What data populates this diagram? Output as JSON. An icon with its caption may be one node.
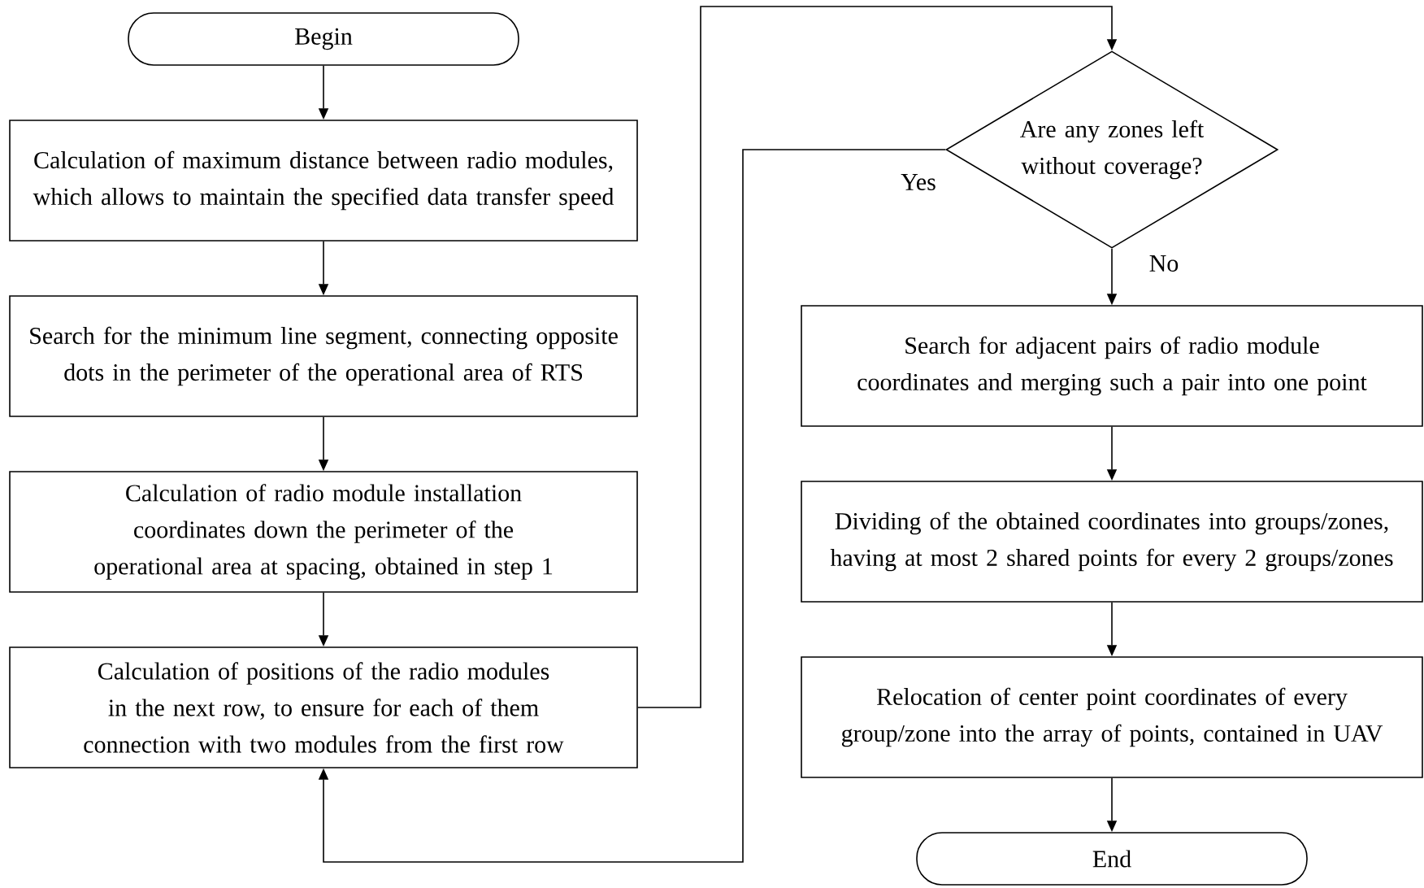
{
  "diagram": {
    "nodes": [
      {
        "text": [
          "Begin"
        ]
      },
      {
        "text": [
          "Calculation of maximum distance between radio modules, which allows to maintain the specified data transfer speed"
        ]
      },
      {
        "text": [
          "Search for the minimum line segment, connecting opposite dots in the perimeter of the operational area of RTS"
        ]
      },
      {
        "text": [
          "Calculation of radio module installation coordinates down the perimeter of the operational area at spacing, obtained in step 1"
        ]
      },
      {
        "text": [
          "Calculation of positions of the radio modules in the next row, to ensure for each of them connection with two modules from the first row"
        ]
      },
      {
        "text": [
          "Are any zones left without coverage?"
        ]
      },
      {
        "text": [
          "Search for adjacent pairs of radio module coordinates and merging such a pair into one point"
        ]
      },
      {
        "text": [
          "Dividing of the obtained coordinates into groups/zones, having at most 2 shared points for every 2 groups/zones"
        ]
      },
      {
        "text": [
          "Relocation of center point coordinates of every group/zone into the array of points, contained in UAV"
        ]
      },
      {
        "text": [
          "End"
        ]
      }
    ],
    "edges": [
      {
        "from": 0,
        "to": 1,
        "arrow": "to"
      },
      {
        "from": 1,
        "to": 2,
        "arrow": "to"
      },
      {
        "from": 2,
        "to": 3,
        "arrow": "to"
      },
      {
        "from": 3,
        "to": 4,
        "arrow": "to"
      },
      {
        "from": 4,
        "to": 5,
        "arrow": "to"
      },
      {
        "from": 5,
        "to": 4,
        "arrow": "to",
        "label": "Yes"
      },
      {
        "from": 5,
        "to": 6,
        "arrow": "to",
        "label": "No"
      },
      {
        "from": 6,
        "to": 7,
        "arrow": "to"
      },
      {
        "from": 7,
        "to": 8,
        "arrow": "to"
      },
      {
        "from": 8,
        "to": 9,
        "arrow": "to"
      }
    ]
  }
}
